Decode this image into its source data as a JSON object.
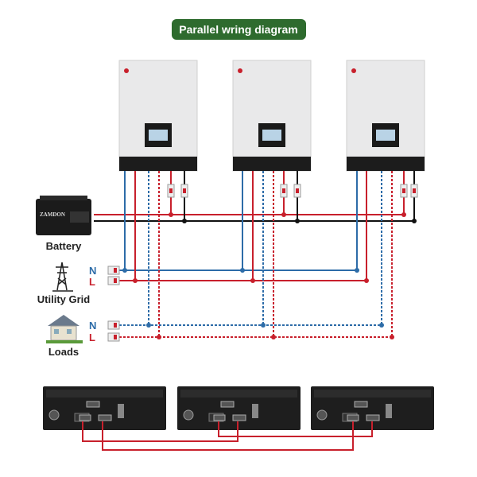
{
  "title": "Parallel wring diagram",
  "labels": {
    "battery": "Battery",
    "utility": "Utility Grid",
    "loads": "Loads",
    "n": "N",
    "l": "L"
  },
  "battery_brand": "ZAMDON",
  "colors": {
    "title_bg": "#2e6b2e",
    "live": "#c8202c",
    "neutral": "#2d6ca8",
    "negative": "#111111",
    "label_blue": "#2d6ca8",
    "label_red": "#c8202c"
  }
}
